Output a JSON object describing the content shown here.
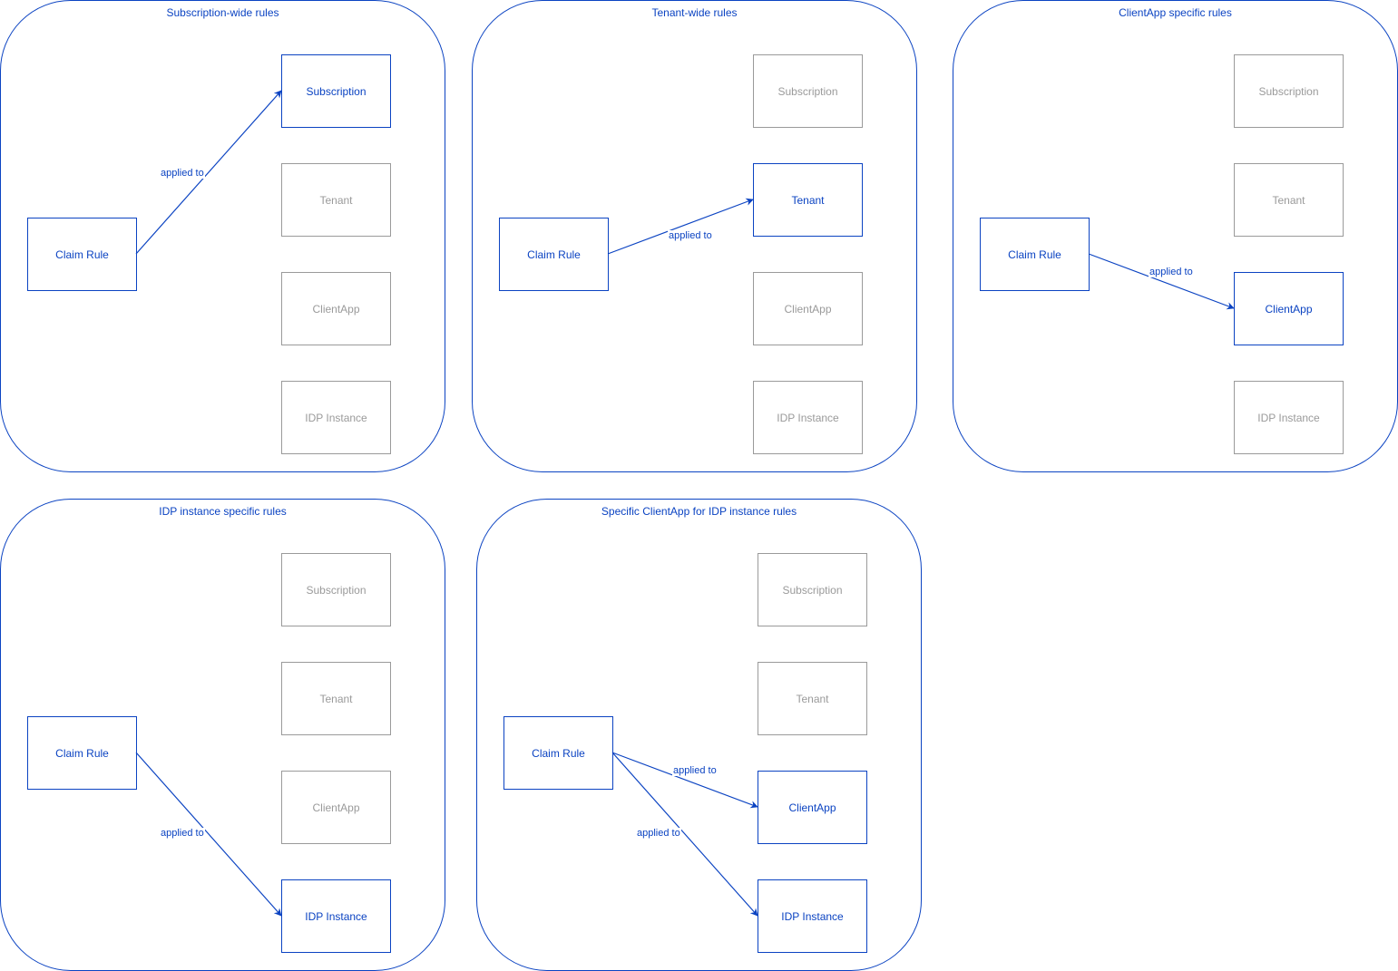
{
  "colors": {
    "accent": "#0b43c2",
    "inactive": "#9a9a9a",
    "background": "#ffffff"
  },
  "panels": [
    {
      "title": "Subscription-wide rules",
      "source": "Claim Rule",
      "targets": [
        {
          "label": "Subscription",
          "active": true
        },
        {
          "label": "Tenant",
          "active": false
        },
        {
          "label": "ClientApp",
          "active": false
        },
        {
          "label": "IDP Instance",
          "active": false
        }
      ],
      "edges": [
        {
          "from": "Claim Rule",
          "to": "Subscription",
          "label": "applied to"
        }
      ]
    },
    {
      "title": "Tenant-wide rules",
      "source": "Claim Rule",
      "targets": [
        {
          "label": "Subscription",
          "active": false
        },
        {
          "label": "Tenant",
          "active": true
        },
        {
          "label": "ClientApp",
          "active": false
        },
        {
          "label": "IDP Instance",
          "active": false
        }
      ],
      "edges": [
        {
          "from": "Claim Rule",
          "to": "Tenant",
          "label": "applied to"
        }
      ]
    },
    {
      "title": "ClientApp specific rules",
      "source": "Claim Rule",
      "targets": [
        {
          "label": "Subscription",
          "active": false
        },
        {
          "label": "Tenant",
          "active": false
        },
        {
          "label": "ClientApp",
          "active": true
        },
        {
          "label": "IDP Instance",
          "active": false
        }
      ],
      "edges": [
        {
          "from": "Claim Rule",
          "to": "ClientApp",
          "label": "applied to"
        }
      ]
    },
    {
      "title": "IDP instance specific rules",
      "source": "Claim Rule",
      "targets": [
        {
          "label": "Subscription",
          "active": false
        },
        {
          "label": "Tenant",
          "active": false
        },
        {
          "label": "ClientApp",
          "active": false
        },
        {
          "label": "IDP Instance",
          "active": true
        }
      ],
      "edges": [
        {
          "from": "Claim Rule",
          "to": "IDP Instance",
          "label": "applied to"
        }
      ]
    },
    {
      "title": "Specific ClientApp for IDP instance rules",
      "source": "Claim Rule",
      "targets": [
        {
          "label": "Subscription",
          "active": false
        },
        {
          "label": "Tenant",
          "active": false
        },
        {
          "label": "ClientApp",
          "active": true
        },
        {
          "label": "IDP Instance",
          "active": true
        }
      ],
      "edges": [
        {
          "from": "Claim Rule",
          "to": "ClientApp",
          "label": "applied to"
        },
        {
          "from": "Claim Rule",
          "to": "IDP Instance",
          "label": "applied to"
        }
      ]
    }
  ]
}
